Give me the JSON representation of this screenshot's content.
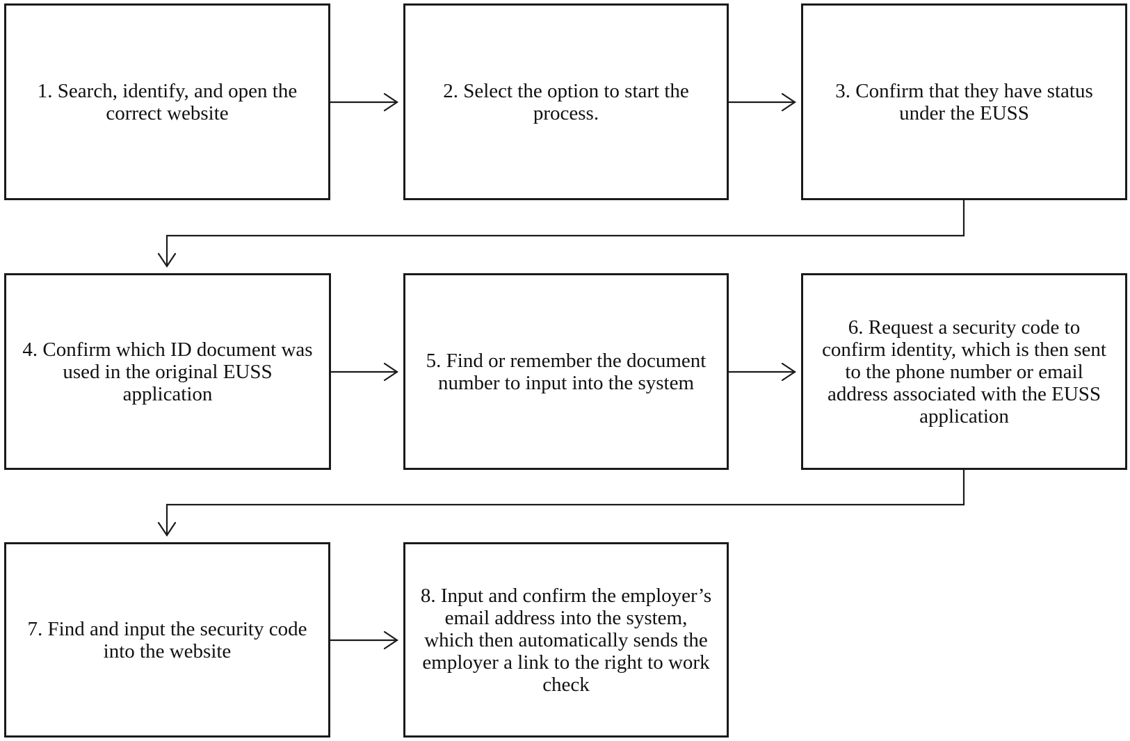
{
  "diagram": {
    "steps": [
      {
        "label": "1. Search, identify, and open the correct website"
      },
      {
        "label": "2. Select the option to start the process."
      },
      {
        "label": "3. Confirm that they have status under the EUSS"
      },
      {
        "label": "4. Confirm which ID document was used in the original EUSS application"
      },
      {
        "label": "5. Find or remember the document number to input into the system"
      },
      {
        "label": "6. Request a security code to confirm identity, which is then sent to the phone number or email address associated with the EUSS application"
      },
      {
        "label": "7. Find and input the security code into the website"
      },
      {
        "label": "8. Input and confirm the employer’s email address into the system, which then automatically sends the employer a link to the right to work check"
      }
    ],
    "connections": [
      {
        "from": 1,
        "to": 2
      },
      {
        "from": 2,
        "to": 3
      },
      {
        "from": 3,
        "to": 4
      },
      {
        "from": 4,
        "to": 5
      },
      {
        "from": 5,
        "to": 6
      },
      {
        "from": 6,
        "to": 7
      },
      {
        "from": 7,
        "to": 8
      }
    ],
    "colors": {
      "line": "#1a1a1a",
      "background": "#ffffff"
    }
  }
}
